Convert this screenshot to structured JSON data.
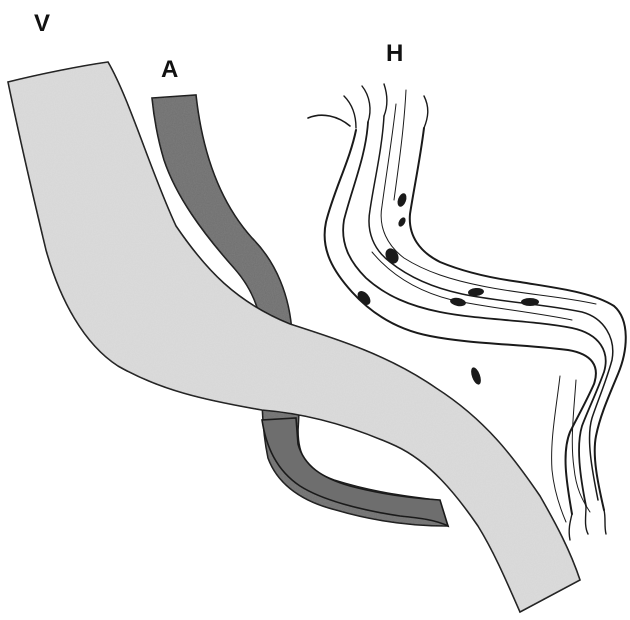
{
  "labels": {
    "vein": "V",
    "artery": "A",
    "lymphatic": "H"
  },
  "colors": {
    "vein_fill": "#dcdcdc",
    "artery_fill": "#6e6e6e",
    "outline": "#1a1a1a",
    "lymphatic_stroke": "#1a1a1a",
    "background": "#ffffff"
  },
  "icons": {
    "vein": "shaded-vessel-tube",
    "artery": "dark-vessel-tube",
    "lymphatic": "wavy-fiber-bundle"
  }
}
